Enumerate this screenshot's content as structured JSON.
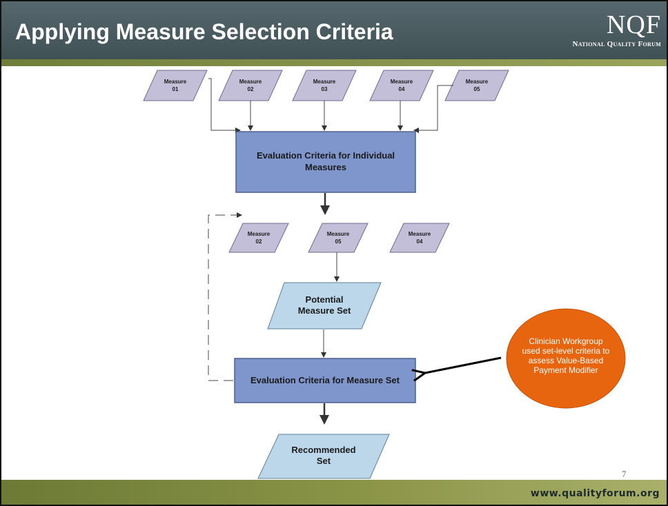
{
  "slide": {
    "title": "Applying Measure Selection Criteria",
    "page_number": "7"
  },
  "logo": {
    "mark": "NQF",
    "subtitle": "National Quality Forum"
  },
  "footer": {
    "url": "www.qualityforum.org"
  },
  "colors": {
    "header": "#4a5c60",
    "footer_band": "#7d8a40",
    "measure_fill": "#c3bfd9",
    "criteria_box": "#7f96cc",
    "set_fill": "#bcd6ea",
    "callout": "#e8650f"
  },
  "diagram": {
    "input_measures": [
      {
        "line1": "Measure",
        "line2": "01"
      },
      {
        "line1": "Measure",
        "line2": "02"
      },
      {
        "line1": "Measure",
        "line2": "03"
      },
      {
        "line1": "Measure",
        "line2": "04"
      },
      {
        "line1": "Measure",
        "line2": "05"
      }
    ],
    "individual_criteria": {
      "line1": "Evaluation Criteria for Individual",
      "line2": "Measures"
    },
    "selected_measures": [
      {
        "line1": "Measure",
        "line2": "02"
      },
      {
        "line1": "Measure",
        "line2": "05"
      },
      {
        "line1": "Measure",
        "line2": "04"
      }
    ],
    "potential_set": {
      "line1": "Potential",
      "line2": "Measure Set"
    },
    "set_criteria": {
      "label": "Evaluation Criteria for Measure Set"
    },
    "recommended_set": {
      "line1": "Recommended",
      "line2": "Set"
    },
    "callout": {
      "lines": [
        "Clinician Workgroup",
        "used set-level criteria to",
        "assess Value-Based",
        "Payment Modifier"
      ]
    }
  }
}
